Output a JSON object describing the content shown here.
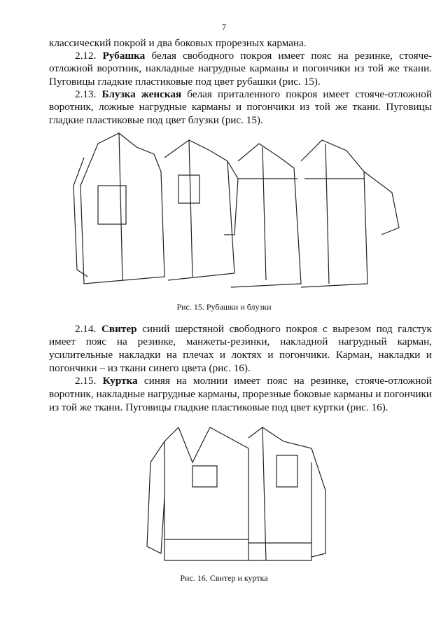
{
  "page_number": "7",
  "text": {
    "line1": "классический покрой и два боковых прорезных кармана.",
    "p212": {
      "num": "2.12.",
      "term": "Рубашка",
      "line1_rest": "белая свободного покроя имеет пояс на резинке, стояче-",
      "line2": "отложной воротник, накладные нагрудные карманы и погончики из той же ткани.",
      "line3": "Пуговицы гладкие пластиковые под цвет рубашки (рис. 15)."
    },
    "p213": {
      "num": "2.13.",
      "term": "Блузка женская",
      "line1_rest": "белая приталенного покроя имеет стояче-отложной",
      "line2": "воротник, ложные нагрудные карманы и погончики из той же ткани. Пуговицы",
      "line3": "гладкие пластиковые под цвет блузки (рис. 15)."
    },
    "p214": {
      "num": "2.14.",
      "term": "Свитер",
      "line1_rest": "синий шерстяной свободного покроя с вырезом под галстук",
      "line2": "имеет пояс на резинке, манжеты-резинки, накладной нагрудный карман,",
      "line3": "усилительные накладки на плечах и локтях и погончики. Карман, накладки и",
      "line4": "погончики – из ткани синего цвета (рис. 16)."
    },
    "p215": {
      "num": "2.15.",
      "term": "Куртка",
      "line1_rest": "синяя на молнии имеет пояс на резинке, стояче-отложной",
      "line2": "воротник, накладные нагрудные карманы, прорезные боковые карманы и погончики",
      "line3": "из той же ткани. Пуговицы гладкие пластиковые под цвет куртки (рис. 16)."
    }
  },
  "figures": {
    "fig15_caption": "Рис. 15. Рубашки и блузки",
    "fig16_caption": "Рис. 16. Свитер и куртка"
  }
}
